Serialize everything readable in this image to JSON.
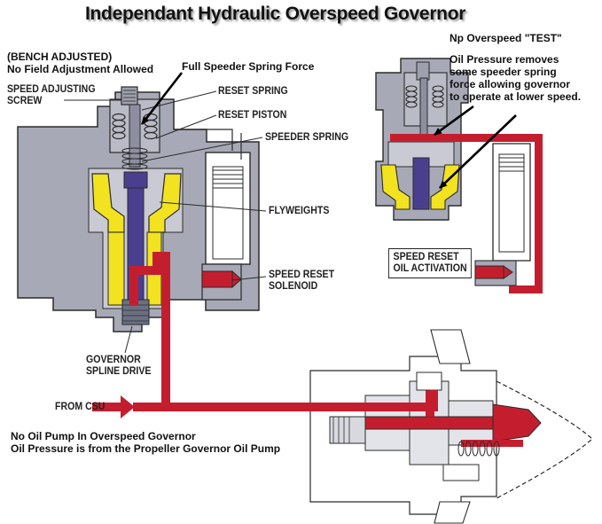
{
  "title": "Independant Hydraulic Overspeed Governor",
  "bench_note": [
    "(BENCH ADJUSTED)",
    "No Field Adjustment Allowed"
  ],
  "labels": {
    "full_speeder_spring_force": "Full Speeder Spring Force",
    "speed_adjusting_screw": [
      "SPEED ADJUSTING",
      "SCREW"
    ],
    "reset_spring": "RESET SPRING",
    "reset_piston": "RESET PISTON",
    "speeder_spring": "SPEEDER SPRING",
    "flyweights": "FLYWEIGHTS",
    "speed_reset_solenoid": [
      "SPEED RESET",
      "SOLENOID"
    ],
    "governor_spline_drive": [
      "GOVERNOR",
      "SPLINE DRIVE"
    ],
    "from_csu": "FROM CSU",
    "speed_reset_oil_activation": [
      "SPEED RESET",
      "OIL ACTIVATION"
    ]
  },
  "test_note": {
    "heading": "Np Overspeed \"TEST\"",
    "lines": [
      "Oil Pressure removes",
      "some speeder spring",
      "force allowing governor",
      "to operate at lower speed."
    ]
  },
  "bottom_note": [
    "No Oil Pump In Overspeed Governor",
    "Oil Pressure is from the Propeller Governor Oil Pump"
  ],
  "colors": {
    "housing": "#a7a9b6",
    "housing_dark": "#7f8291",
    "oil": "#c41e2e",
    "flyweight": "#f2e21f",
    "shaft": "#4a3f8e",
    "outline": "#2b2b2b"
  }
}
